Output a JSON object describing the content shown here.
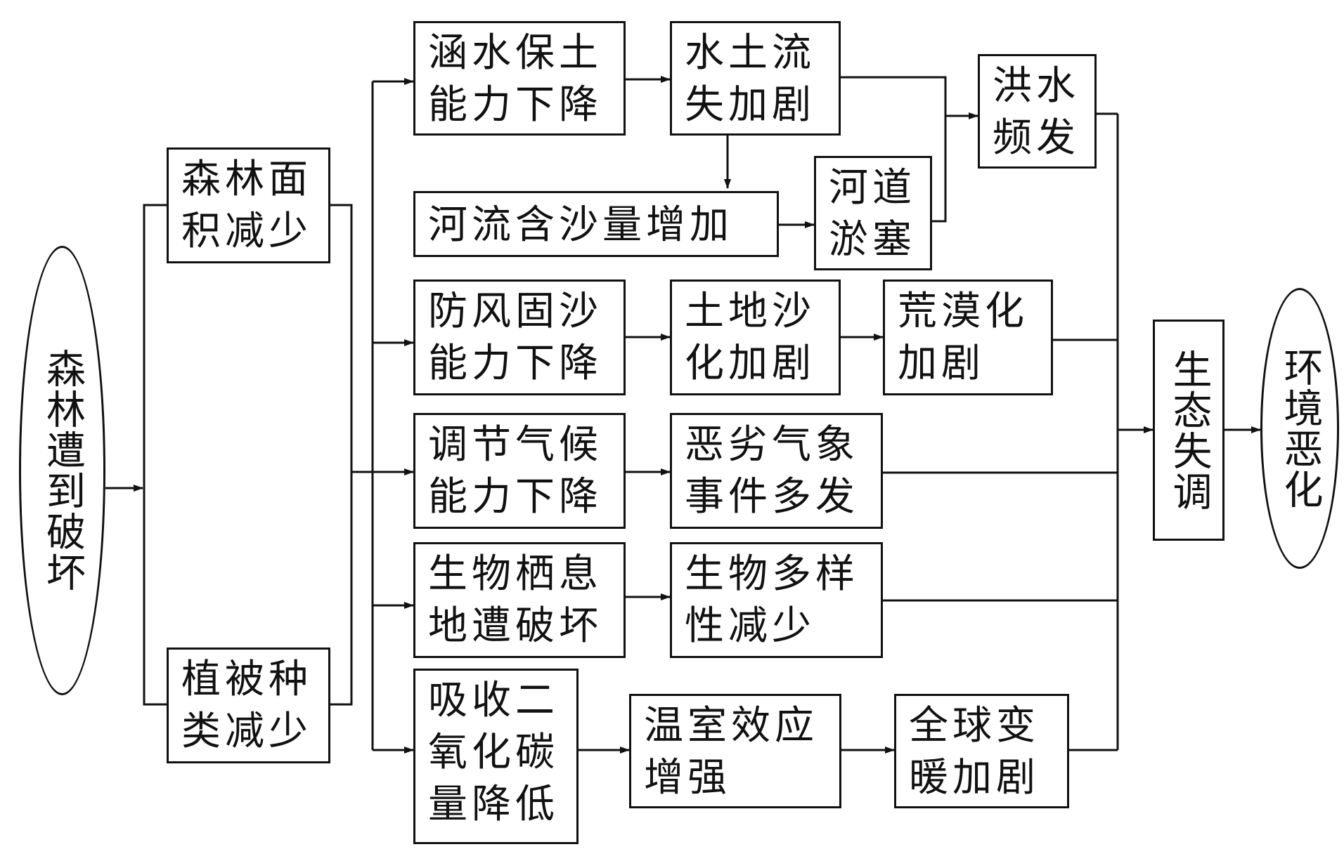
{
  "start": "森林遭到破坏",
  "causes": [
    {
      "id": "area",
      "text": "森林面积减少"
    },
    {
      "id": "species",
      "text": "植被种类减少"
    }
  ],
  "effects": {
    "water_retention": "涵水保土能力下降",
    "erosion": "水土流失加剧",
    "flood": "洪水频发",
    "sediment": "河流含沙量增加",
    "siltation": "河道淤塞",
    "windbreak": "防风固沙能力下降",
    "desertify": "土地沙化加剧",
    "desert": "荒漠化加剧",
    "climate": "调节气候能力下降",
    "extreme": "恶劣气象事件多发",
    "habitat": "生物栖息地遭破坏",
    "diversity": "生物多样性减少",
    "co2": "吸收二氧化碳量降低",
    "greenhouse": "温室效应增强",
    "warming": "全球变暖加剧"
  },
  "imbalance": "生态失调",
  "end": "环境恶化"
}
